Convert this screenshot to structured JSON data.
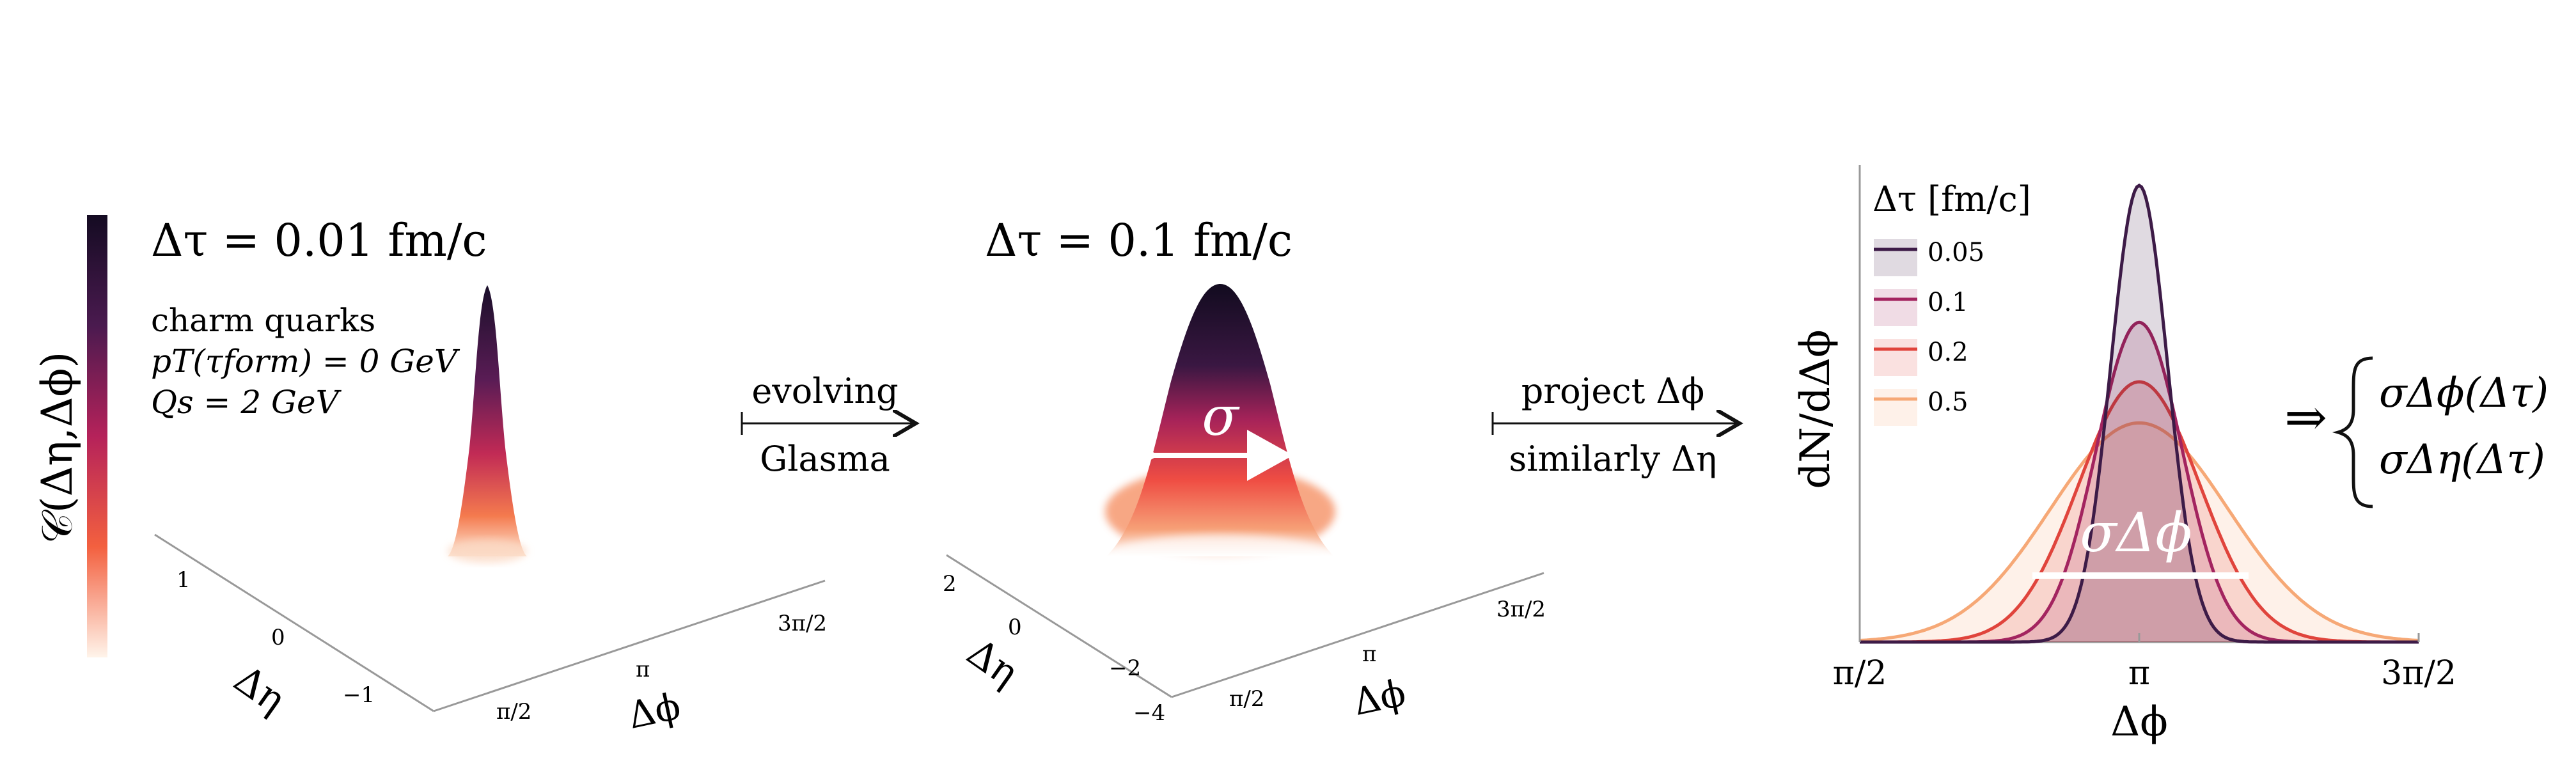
{
  "colorbar": {
    "label": "𝒞(Δη,Δϕ)"
  },
  "panel1": {
    "dtau": "Δτ = 0.01 fm/c",
    "notes": [
      "charm quarks",
      "pT(τform) = 0 GeV",
      "Qs = 2 GeV"
    ],
    "eta_ticks": [
      "1",
      "0",
      "−1"
    ],
    "phi_ticks": [
      "π/2",
      "π",
      "3π/2"
    ],
    "eta_label": "Δη",
    "phi_label": "Δϕ"
  },
  "arrow1": {
    "top": "evolving",
    "bottom": "Glasma"
  },
  "panel2": {
    "dtau": "Δτ = 0.1 fm/c",
    "width_label": "σ",
    "eta_ticks": [
      "2",
      "0",
      "−2",
      "−4"
    ],
    "phi_ticks": [
      "π/2",
      "π",
      "3π/2"
    ],
    "eta_label": "Δη",
    "phi_label": "Δϕ"
  },
  "arrow2": {
    "top": "project Δϕ",
    "bottom": "similarly Δη"
  },
  "chart_data": {
    "type": "area",
    "ylabel": "dN/dΔϕ",
    "xlabel": "Δϕ",
    "x_ticks": [
      "π/2",
      "π",
      "3π/2"
    ],
    "xlim": [
      1.5708,
      4.7124
    ],
    "ylim": [
      0,
      1.0
    ],
    "legend_title": "Δτ [fm/c]",
    "legend_position": "top-left",
    "annotation": "σΔϕ",
    "series": [
      {
        "name": "0.05",
        "color": "#3d1b47",
        "peak": 1.0,
        "sigma": 0.16
      },
      {
        "name": "0.1",
        "color": "#a3245f",
        "peak": 0.7,
        "sigma": 0.24
      },
      {
        "name": "0.2",
        "color": "#e0443c",
        "peak": 0.57,
        "sigma": 0.34
      },
      {
        "name": "0.5",
        "color": "#f6a876",
        "peak": 0.48,
        "sigma": 0.5
      }
    ]
  },
  "result": {
    "implies": "⇒",
    "lines": [
      "σΔϕ(Δτ)",
      "σΔη(Δτ)"
    ]
  }
}
